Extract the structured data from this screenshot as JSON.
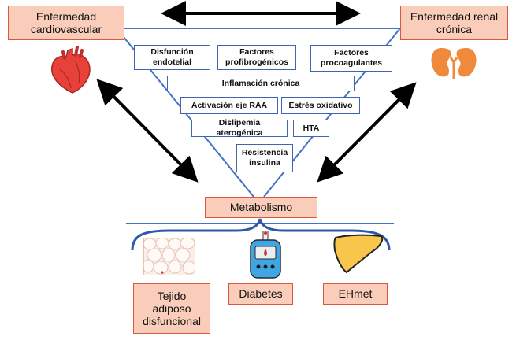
{
  "top": {
    "left_label": "Enfermedad cardiovascular",
    "right_label": "Enfermedad renal crónica"
  },
  "factors": [
    "Disfunción endotelial",
    "Factores profibrogénicos",
    "Factores procoagulantes",
    "Inflamación crónica",
    "Activación  eje RAA",
    "Estrés oxidativo",
    "Dislipemia aterogénica",
    "HTA",
    "Resistencia insulina"
  ],
  "center": {
    "label": "Metabolismo"
  },
  "bottom": {
    "items": [
      "Tejido adiposo disfuncional",
      "Diabetes",
      "EHmet"
    ]
  },
  "colors": {
    "box_fill": "#f9cdb9",
    "box_border": "#d9573a",
    "line_blue": "#4472c4",
    "factor_border": "#3f64b3"
  },
  "icons": [
    "heart-icon",
    "kidneys-icon",
    "adipose-tissue-icon",
    "glucometer-icon",
    "liver-icon"
  ]
}
